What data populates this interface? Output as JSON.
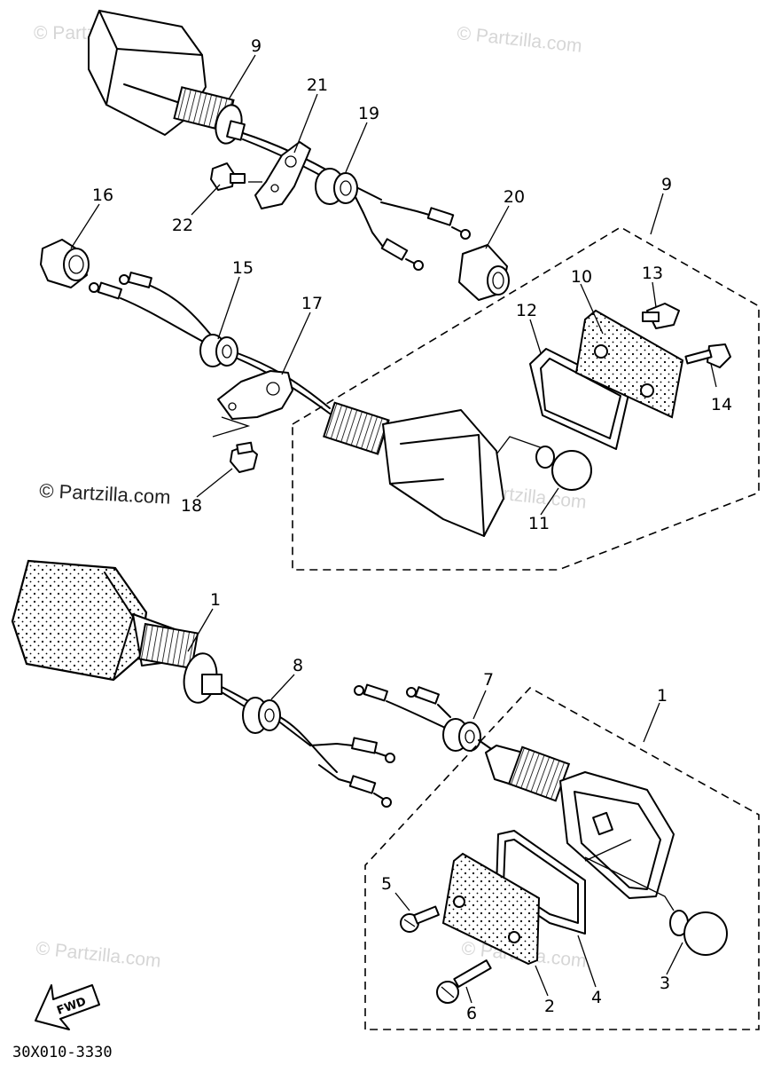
{
  "watermark_text": "© Partzilla.com",
  "diagram_code": "30X010-3330",
  "fwd_label": "FWD",
  "callouts": {
    "c1a": "1",
    "c1b": "1",
    "c2": "2",
    "c3": "3",
    "c4": "4",
    "c5": "5",
    "c6": "6",
    "c7": "7",
    "c8": "8",
    "c9a": "9",
    "c9b": "9",
    "c10": "10",
    "c11": "11",
    "c12": "12",
    "c13": "13",
    "c14": "14",
    "c15": "15",
    "c16": "16",
    "c17": "17",
    "c18": "18",
    "c19": "19",
    "c20": "20",
    "c21": "21",
    "c22": "22"
  }
}
